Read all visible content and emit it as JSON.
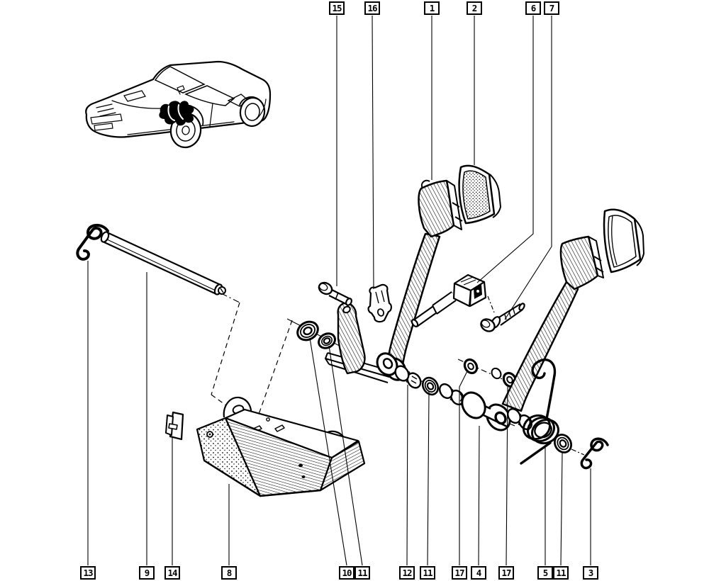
{
  "colors": {
    "ink": "#000000",
    "paper": "#ffffff"
  },
  "callouts": {
    "top": [
      {
        "label": "15"
      },
      {
        "label": "16"
      },
      {
        "label": "1"
      },
      {
        "label": "2"
      },
      {
        "label": "6"
      },
      {
        "label": "7"
      }
    ],
    "bottom": [
      {
        "label": "13"
      },
      {
        "label": "9"
      },
      {
        "label": "14"
      },
      {
        "label": "8"
      },
      {
        "label": "10"
      },
      {
        "label": "11"
      },
      {
        "label": "12"
      },
      {
        "label": "11"
      },
      {
        "label": "17"
      },
      {
        "label": "4"
      },
      {
        "label": "17"
      },
      {
        "label": "5"
      },
      {
        "label": "11"
      },
      {
        "label": "3"
      }
    ]
  }
}
